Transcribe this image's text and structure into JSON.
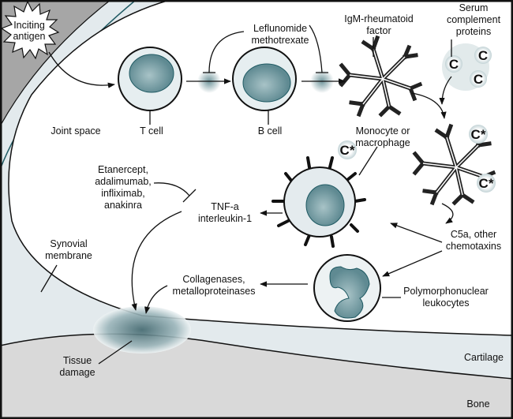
{
  "labels": {
    "inciting_antigen": [
      "Inciting",
      "antigen"
    ],
    "leflunomide": [
      "Leflunomide",
      "methotrexate"
    ],
    "igm": [
      "IgM-rheumatoid",
      "factor"
    ],
    "serum": [
      "Serum",
      "complement",
      "proteins"
    ],
    "joint_space": "Joint space",
    "t_cell": "T cell",
    "b_cell": "B cell",
    "monocyte": [
      "Monocyte or",
      "macrophage"
    ],
    "etanercept": [
      "Etanercept,",
      "adalimumab,",
      "infliximab,",
      "anakinra"
    ],
    "tnf": [
      "TNF-a",
      "interleukin-1"
    ],
    "c5a": [
      "C5a, other",
      "chemotaxins"
    ],
    "synovial": [
      "Synovial",
      "membrane"
    ],
    "collagenases": [
      "Collagenases,",
      "metalloproteinases"
    ],
    "pmn": [
      "Polymorphonuclear",
      "leukocytes"
    ],
    "tissue": [
      "Tissue",
      "damage"
    ],
    "cartilage": "Cartilage",
    "bone": "Bone",
    "complement": "C",
    "activated_complement": "C*"
  },
  "colors": {
    "bone": "#d9d9d9",
    "synovium": "#e3eaed",
    "cell_nucleus": "#5f8a92",
    "outer_gray": "#a6a6a6",
    "teal_line": "#1f5a63"
  }
}
